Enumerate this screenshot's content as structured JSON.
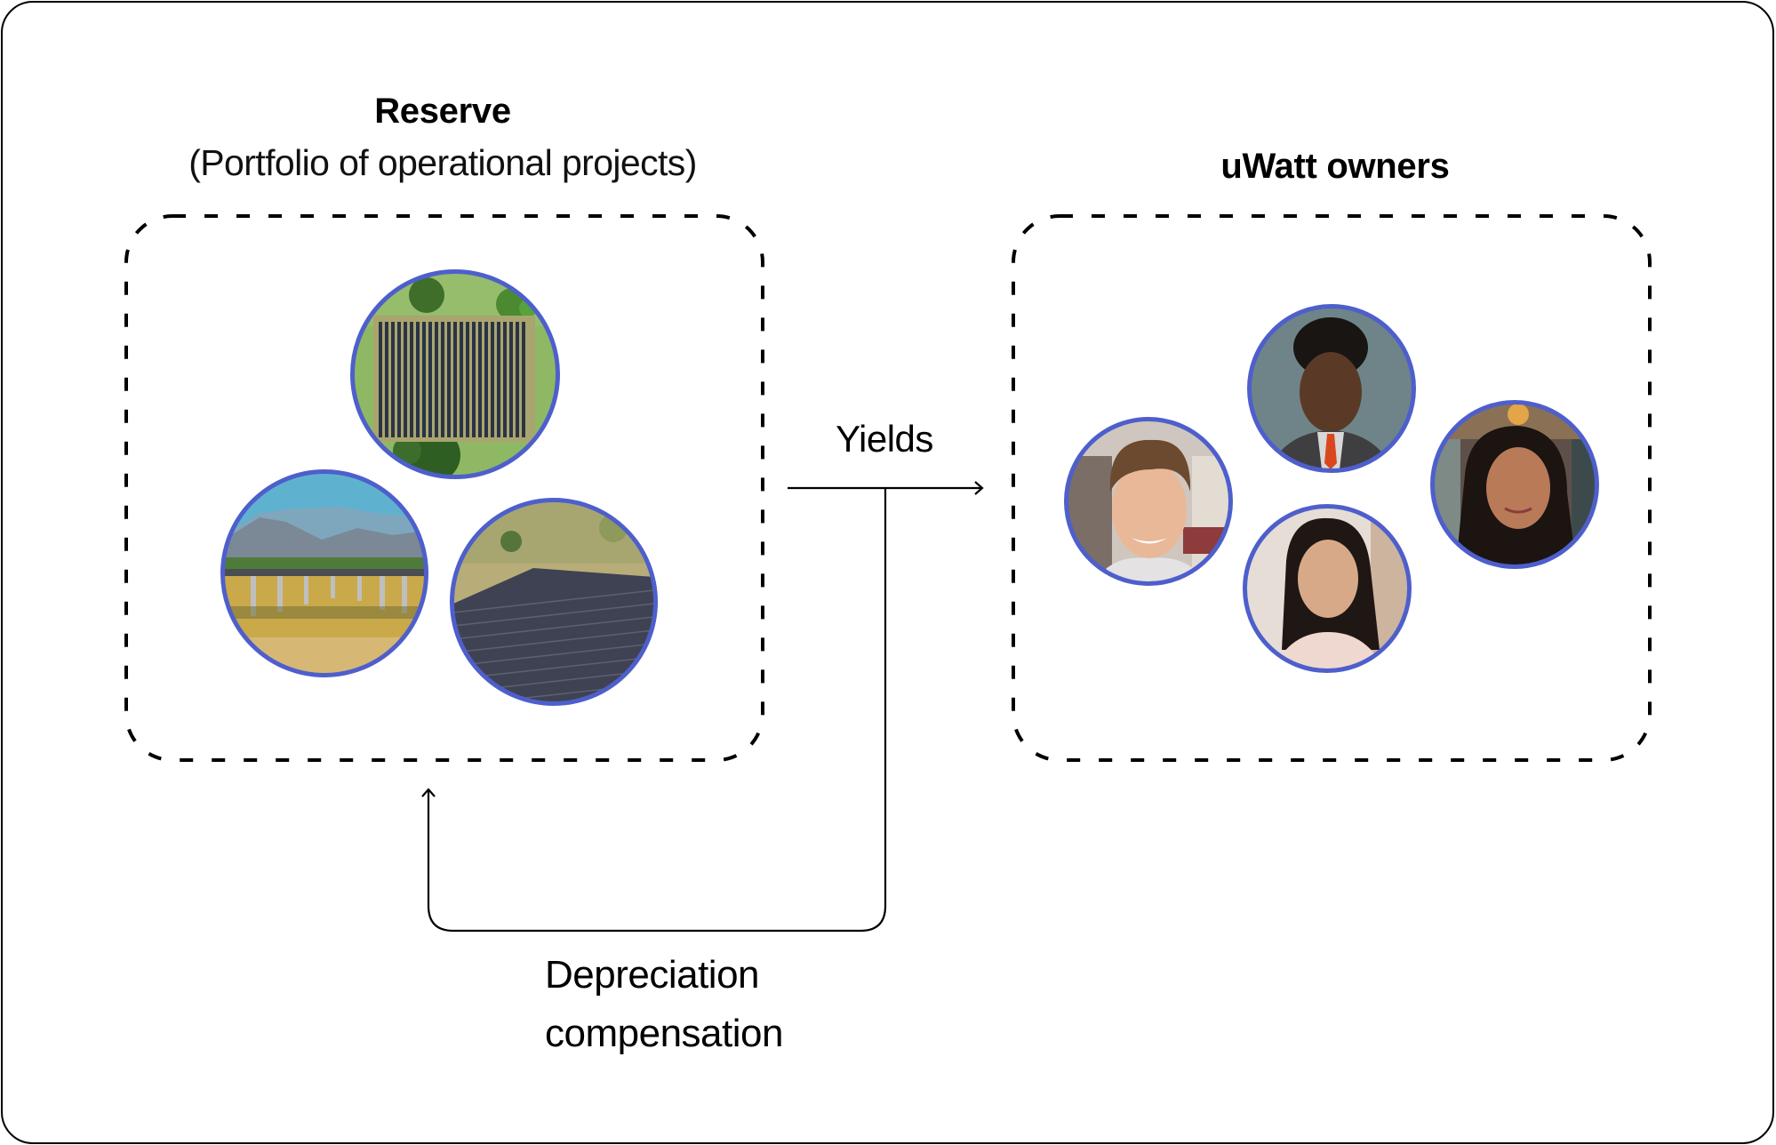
{
  "reserve": {
    "title": "Reserve",
    "subtitle": "(Portfolio of operational projects)",
    "projects": [
      {
        "name": "aerial-solar-farm",
        "description": "Aerial view of solar panel rows in green field"
      },
      {
        "name": "ground-solar-array",
        "description": "Solar trackers with mountains in background"
      },
      {
        "name": "hillside-solar-field",
        "description": "Angled aerial view of dense solar panel field"
      }
    ]
  },
  "owners": {
    "title": "uWatt owners",
    "people": [
      {
        "name": "owner-man-smiling"
      },
      {
        "name": "owner-man-tie"
      },
      {
        "name": "owner-woman-center"
      },
      {
        "name": "owner-woman-right"
      }
    ]
  },
  "flows": {
    "yields_label": "Yields",
    "depreciation_line1": "Depreciation",
    "depreciation_line2": "compensation"
  },
  "colors": {
    "ring": "#4e5fcc",
    "line": "#000000",
    "background": "#ffffff"
  }
}
